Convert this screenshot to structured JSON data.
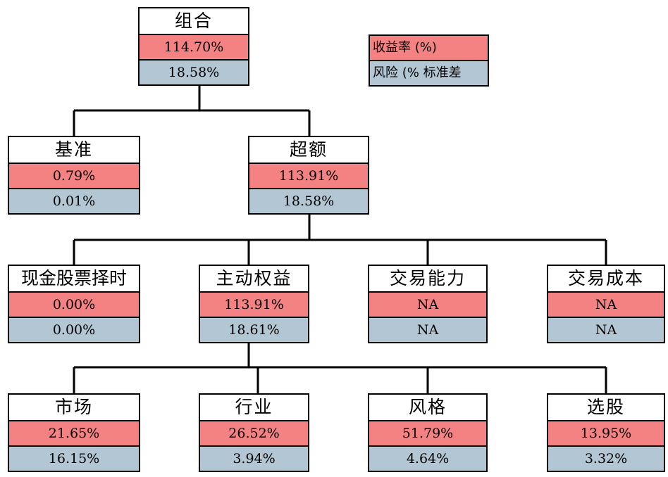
{
  "colors": {
    "return_fill": "#f58282",
    "risk_fill": "#b3c6d4",
    "border": "#000000"
  },
  "legend": {
    "return_label": "收益率 (%)",
    "risk_label": "风险 (% 标准差"
  },
  "nodes": {
    "portfolio": {
      "title": "组合",
      "return": "114.70%",
      "risk": "18.58%"
    },
    "benchmark": {
      "title": "基准",
      "return": "0.79%",
      "risk": "0.01%"
    },
    "excess": {
      "title": "超额",
      "return": "113.91%",
      "risk": "18.58%"
    },
    "cash_timing": {
      "title": "现金股票择时",
      "return": "0.00%",
      "risk": "0.00%"
    },
    "active_equity": {
      "title": "主动权益",
      "return": "113.91%",
      "risk": "18.61%"
    },
    "trading_ability": {
      "title": "交易能力",
      "return": "NA",
      "risk": "NA"
    },
    "trading_cost": {
      "title": "交易成本",
      "return": "NA",
      "risk": "NA"
    },
    "market": {
      "title": "市场",
      "return": "21.65%",
      "risk": "16.15%"
    },
    "industry": {
      "title": "行业",
      "return": "26.52%",
      "risk": "3.94%"
    },
    "style": {
      "title": "风格",
      "return": "51.79%",
      "risk": "4.64%"
    },
    "stock_selection": {
      "title": "选股",
      "return": "13.95%",
      "risk": "3.32%"
    }
  }
}
